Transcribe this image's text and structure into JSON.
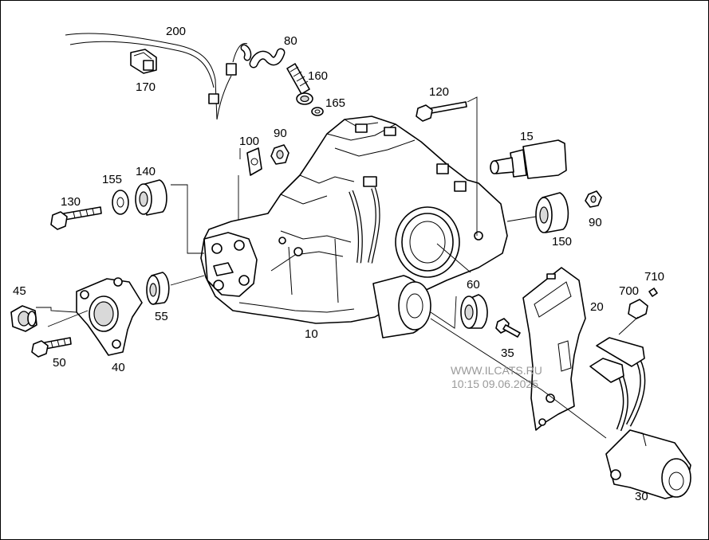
{
  "callouts": {
    "c10": "10",
    "c15": "15",
    "c20": "20",
    "c30": "30",
    "c35": "35",
    "c40": "40",
    "c45": "45",
    "c50": "50",
    "c55": "55",
    "c60": "60",
    "c80": "80",
    "c90a": "90",
    "c90b": "90",
    "c100": "100",
    "c120": "120",
    "c130": "130",
    "c140": "140",
    "c150": "150",
    "c155": "155",
    "c160": "160",
    "c165": "165",
    "c170": "170",
    "c200": "200",
    "c700": "700",
    "c710": "710"
  },
  "watermark": {
    "site": "WWW.ILCATS.RU",
    "timestamp": "10:15 09.06.2025"
  }
}
